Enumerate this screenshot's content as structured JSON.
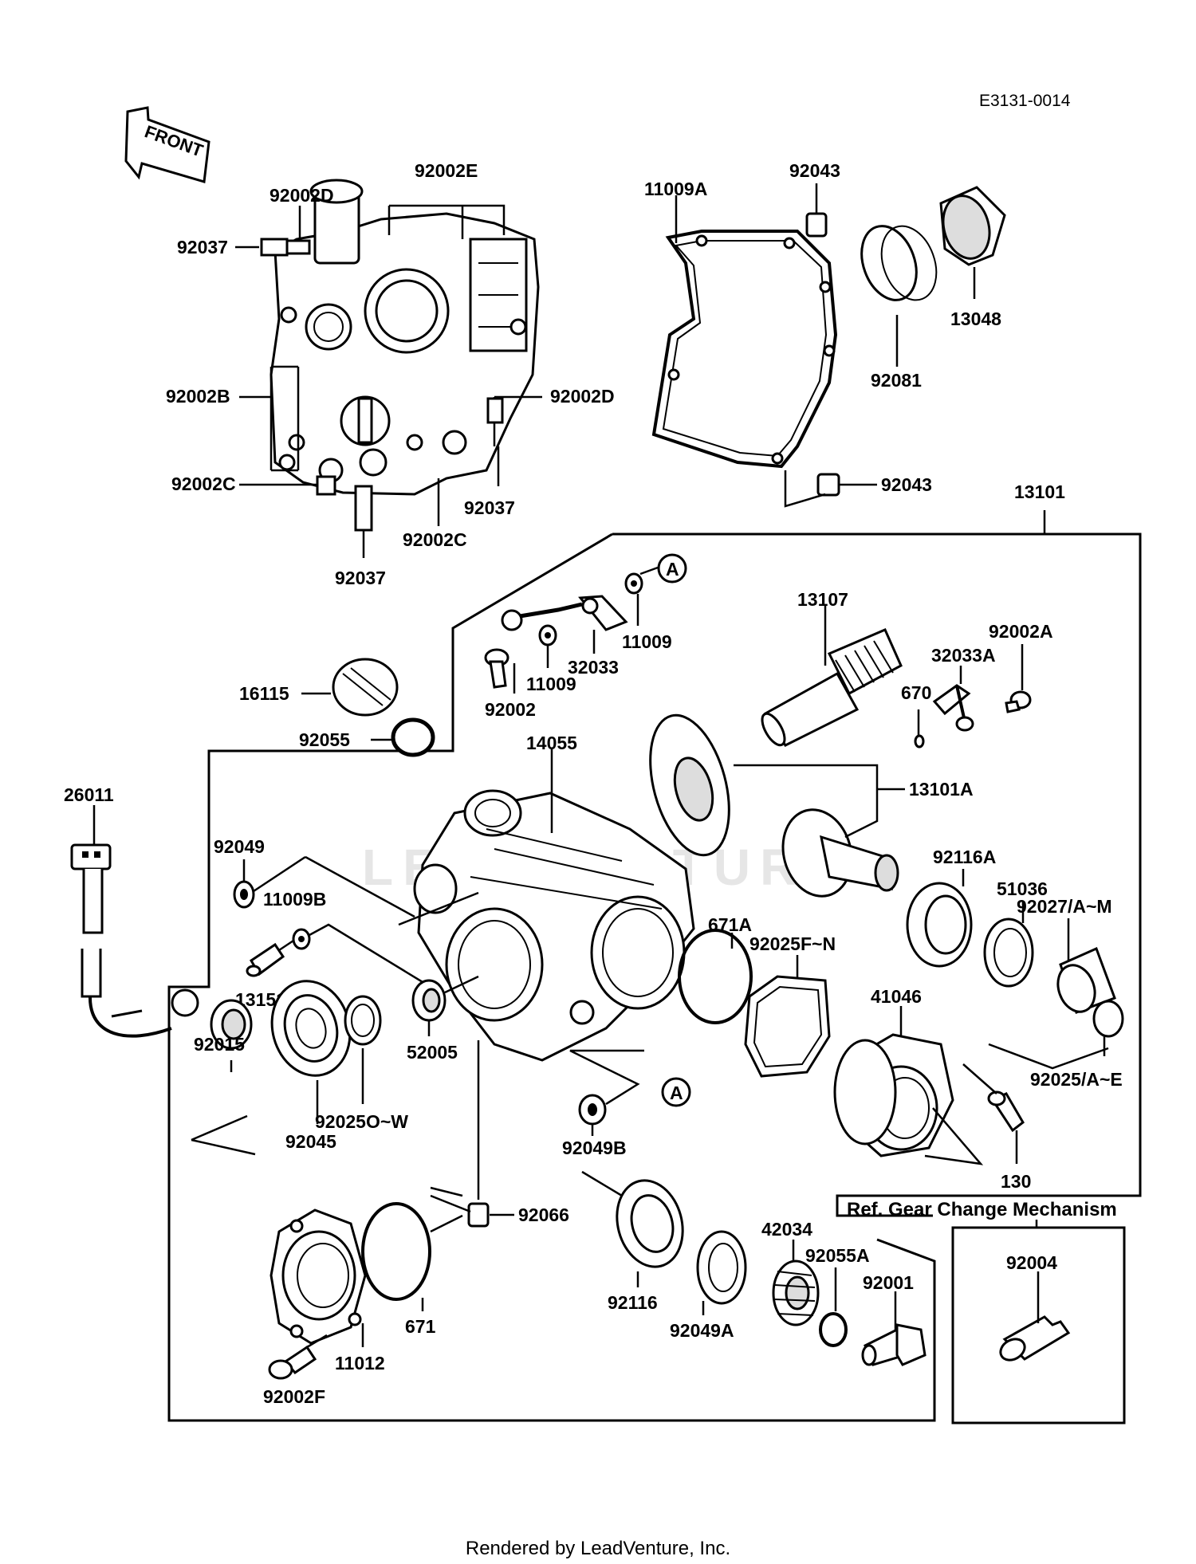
{
  "drawing_code": "E3131-0014",
  "front_arrow": "FRONT",
  "callout_marker": "A",
  "ref_note": "Ref. Gear Change Mechanism",
  "footer": "Rendered by LeadVenture, Inc.",
  "watermark": "LEADVENTURE",
  "parts": {
    "p92002E": "92002E",
    "p92002D_top": "92002D",
    "p92037_left": "92037",
    "p92002B": "92002B",
    "p92002D_right": "92002D",
    "p92002C_left": "92002C",
    "p92037_right": "92037",
    "p92002C_bottom": "92002C",
    "p92037_bottom": "92037",
    "p11009A": "11009A",
    "p92043_top": "92043",
    "p13048": "13048",
    "p92081": "92081",
    "p92043_bottom": "92043",
    "p13101": "13101",
    "p11009_right": "11009",
    "p32033": "32033",
    "p11009_left": "11009",
    "p92002": "92002",
    "p13107": "13107",
    "p92002A": "92002A",
    "p32033A": "32033A",
    "p670": "670",
    "p16115": "16115",
    "p92055": "92055",
    "p26011": "26011",
    "p14055": "14055",
    "p13101A": "13101A",
    "p92049": "92049",
    "p11009B": "11009B",
    "p13151": "13151",
    "p92116A": "92116A",
    "p51036": "51036",
    "p92027": "92027/A~M",
    "p671A": "671A",
    "p92025FN": "92025F~N",
    "p41046": "41046",
    "p92015": "92015",
    "p52005": "52005",
    "p92025OW": "92025O~W",
    "p92045": "92045",
    "p92025AE": "92025/A~E",
    "p92049B": "92049B",
    "p130": "130",
    "p92066": "92066",
    "p92004": "92004",
    "p42034": "42034",
    "p92055A": "92055A",
    "p92001": "92001",
    "p92116": "92116",
    "p92049A": "92049A",
    "p671": "671",
    "p11012": "11012",
    "p92002F": "92002F"
  }
}
